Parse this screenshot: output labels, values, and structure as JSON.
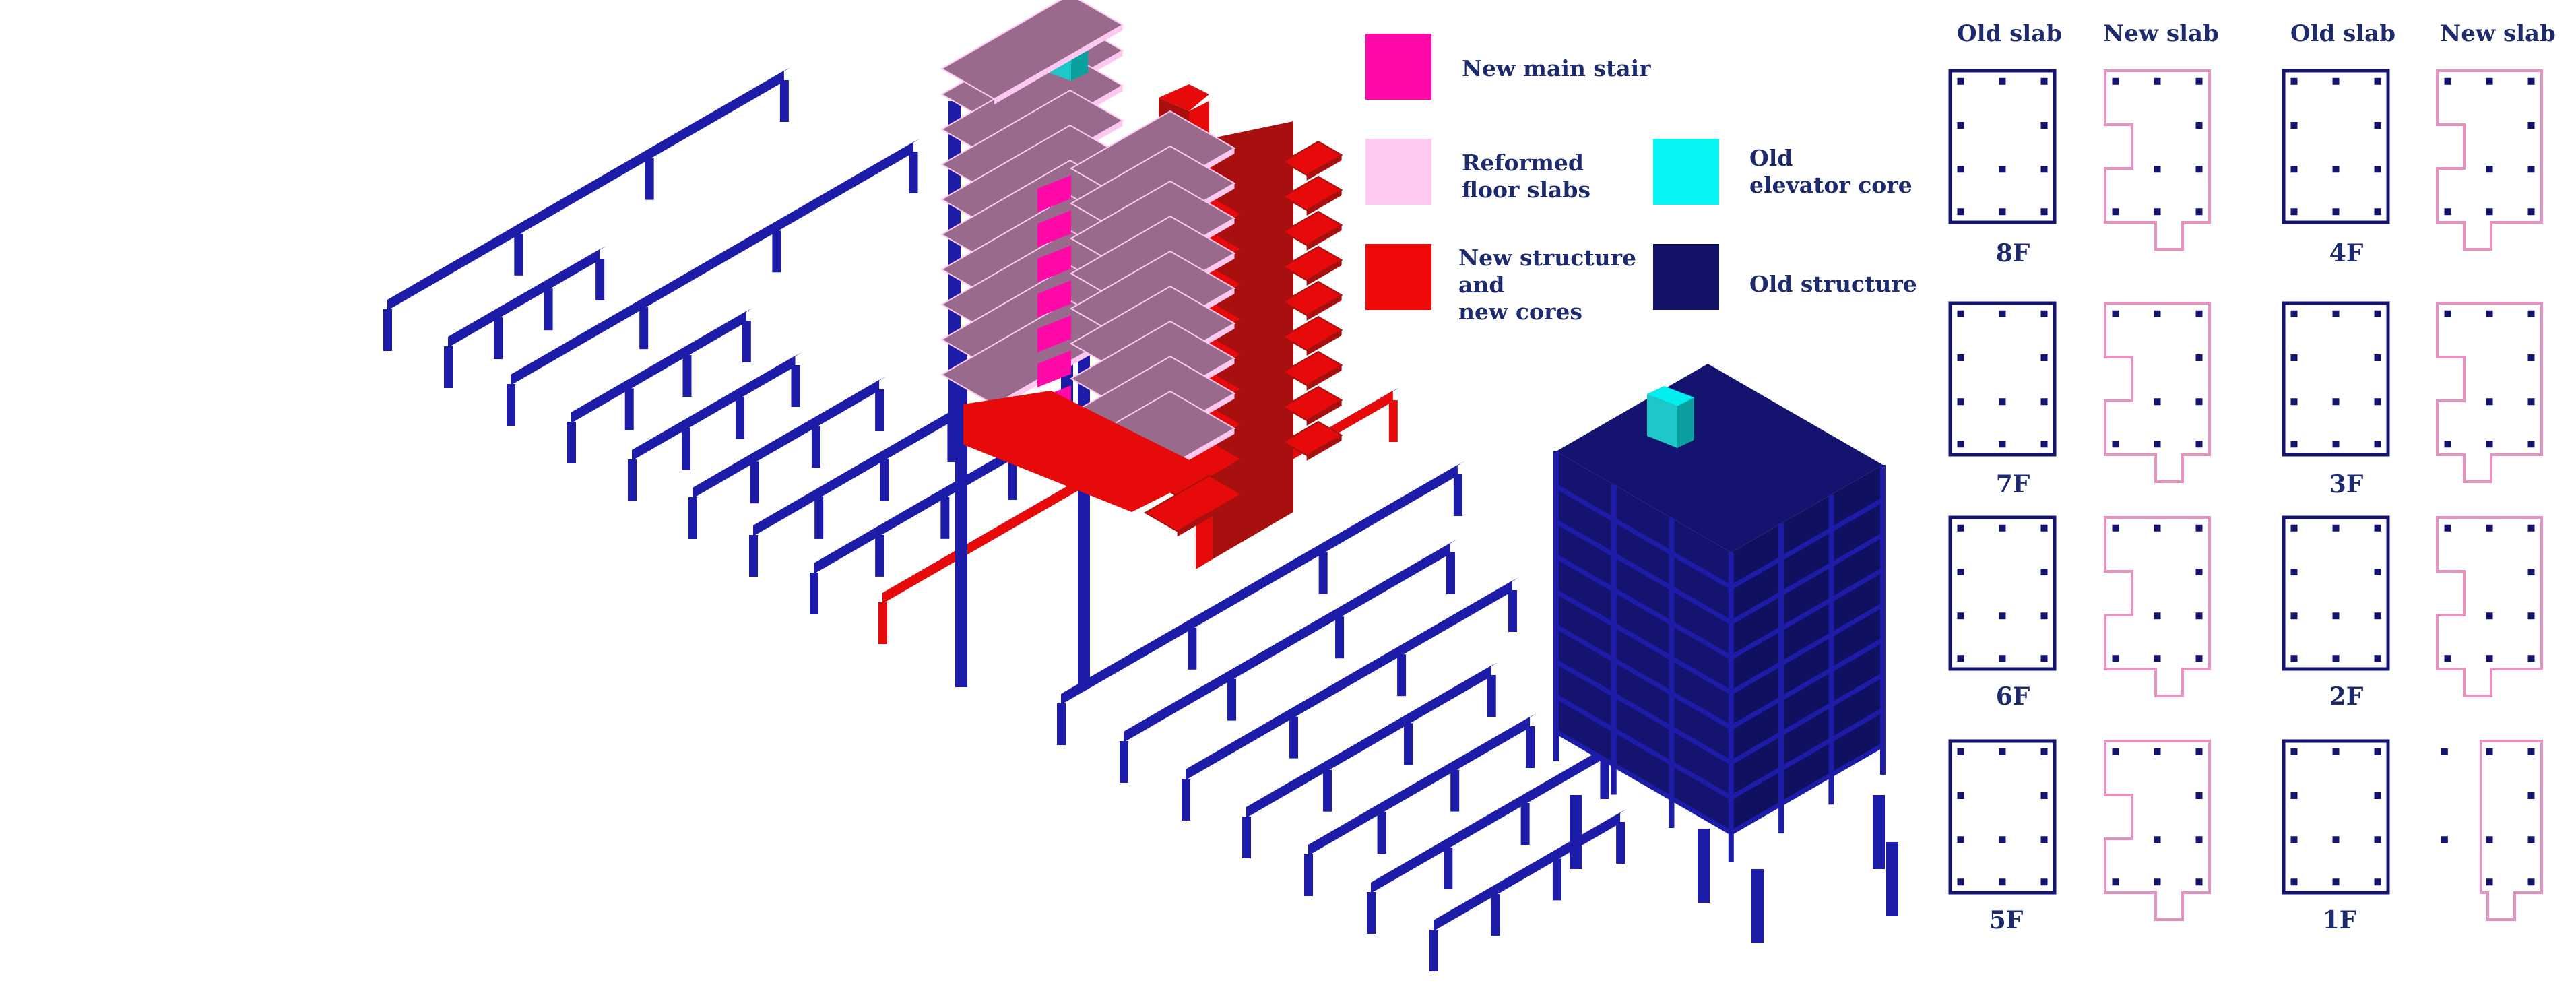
{
  "colors": {
    "old_structure": "#141470",
    "old_structure_light": "#1c1ca8",
    "new_structure": "#e60a0a",
    "new_structure_dark": "#a81010",
    "new_main_stair": "#ff0aa8",
    "reformed_slabs": "#ffc8f0",
    "slab_top": "#9a6a8c",
    "elevator_core": "#00eeee",
    "label_text": "#1e2a6e",
    "new_slab_outline": "#e890c0"
  },
  "legend": [
    {
      "key": "stair",
      "label": "New main stair",
      "color": "#ff0aa8"
    },
    {
      "key": "slabs",
      "label": "Reformed\nfloor slabs",
      "color": "#ffc8f0"
    },
    {
      "key": "newstruct",
      "label": "New structure\nand\nnew cores",
      "color": "#f00a0a"
    },
    {
      "key": "elevator",
      "label": "Old\nelevator core",
      "color": "#05f5f5"
    },
    {
      "key": "oldstruct",
      "label": "Old structure",
      "color": "#121266"
    }
  ],
  "plans": {
    "headers": [
      "Old slab",
      "New slab",
      "Old slab",
      "New slab"
    ],
    "left_floors": [
      "8F",
      "7F",
      "6F",
      "5F"
    ],
    "right_floors": [
      "4F",
      "3F",
      "2F",
      "1F"
    ]
  }
}
